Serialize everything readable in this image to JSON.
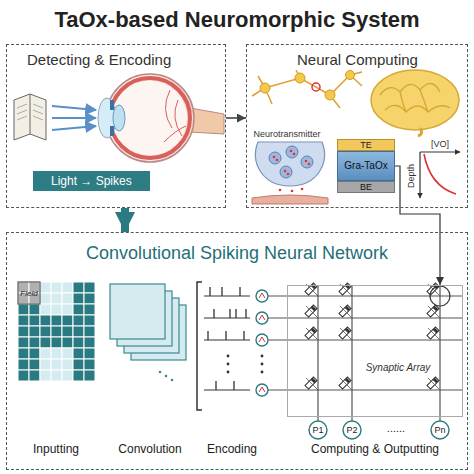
{
  "diagram": {
    "title": "TaOx-based Neuromorphic System",
    "nodes": [
      {
        "text": [
          "Detecting & Encoding"
        ]
      },
      {
        "text": [
          "Light → Spikes"
        ],
        "in": 0
      },
      {
        "text": [
          "Neural Computing"
        ]
      },
      {
        "text": [
          "TE"
        ],
        "in": 2
      },
      {
        "text": [
          "Gra-TaOx"
        ],
        "in": 2
      },
      {
        "text": [
          "BE"
        ],
        "in": 2
      },
      {
        "text": [
          "Convolutional Spiking Neural Network"
        ]
      },
      {
        "text": [
          "Synaptic Array"
        ],
        "in": 6
      }
    ],
    "edges": [
      {
        "from": 0,
        "to": 2,
        "arrow": "to"
      },
      {
        "from": 0,
        "to": 6,
        "arrow": "to"
      },
      {
        "from": 4,
        "to": 7,
        "arrow": "to"
      }
    ],
    "labels": [
      "Neurotransmitter",
      "Depth",
      "[VO]",
      "Field",
      "Inputting",
      "Convolution",
      "Encoding",
      "Computing & Outputting",
      "P1",
      "P2",
      "Pn",
      "......"
    ]
  }
}
